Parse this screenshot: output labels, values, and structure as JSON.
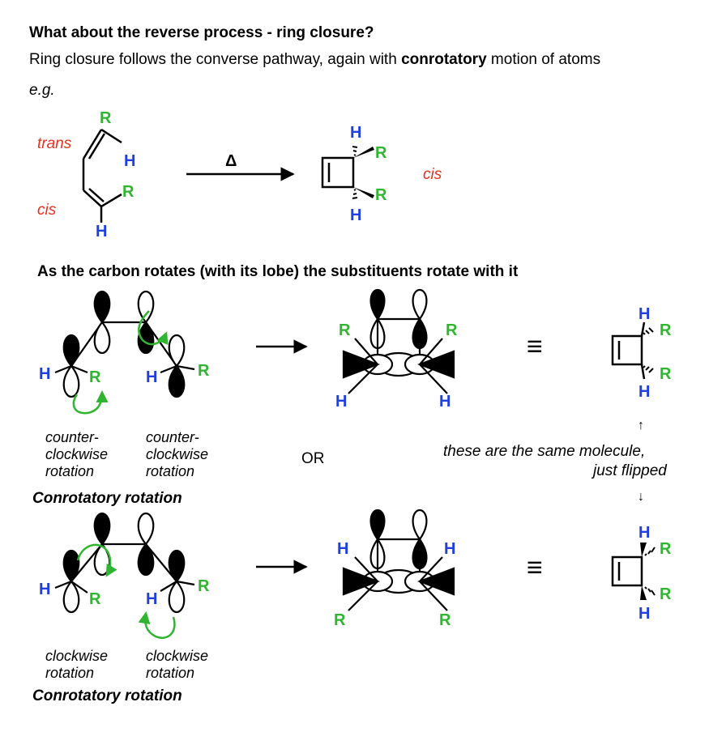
{
  "heading": "What about the reverse process - ring closure?",
  "intro": {
    "before": "Ring closure follows the converse pathway, again with ",
    "bold": "conrotatory",
    "after": " motion of atoms"
  },
  "eg": "e.g.",
  "example": {
    "trans": "trans",
    "cis_left": "cis",
    "cis_right": "cis",
    "heat": "Δ",
    "R": "R",
    "H": "H"
  },
  "subheading": "As the carbon rotates (with its lobe) the substituents rotate with it",
  "row1": {
    "cap_left": [
      "counter-",
      "clockwise",
      "rotation"
    ],
    "cap_right": [
      "counter-",
      "clockwise",
      "rotation"
    ],
    "label": "Conrotatory rotation"
  },
  "or": "OR",
  "same_molecule": {
    "line1": "these are  the same molecule,",
    "line2": "just flipped",
    "up": "↑",
    "down": "↓"
  },
  "row2": {
    "cap_left": [
      "clockwise",
      "rotation"
    ],
    "cap_right": [
      "clockwise",
      "rotation"
    ],
    "label": "Conrotatory rotation"
  },
  "equiv": "≡",
  "colors": {
    "R": "#2fb52f",
    "H": "#1f3fe0",
    "red": "#e8301c",
    "arrow_green": "#2fb52f"
  }
}
